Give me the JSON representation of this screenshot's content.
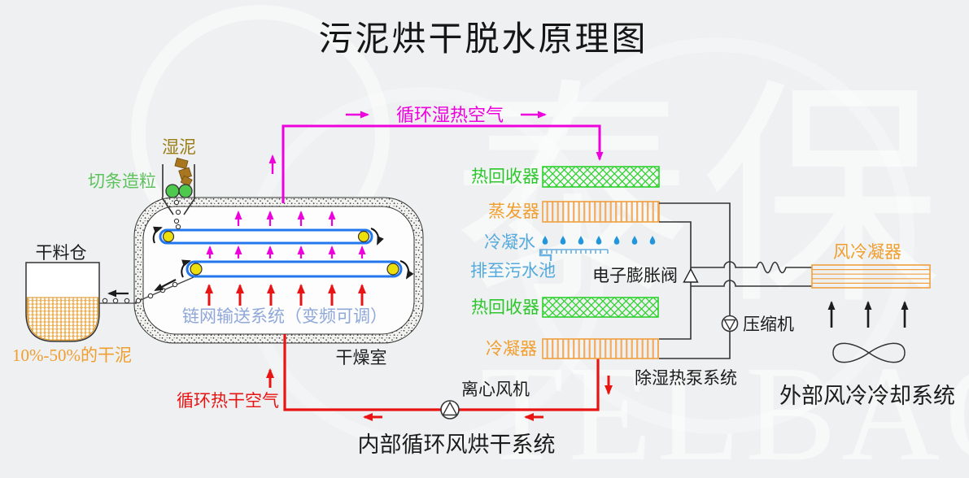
{
  "title": "污泥烘干脱水原理图",
  "watermark": {
    "zh": "泰保",
    "en": "TELBAO"
  },
  "labels": {
    "circulating_humid_air": "循环湿热空气",
    "wet_mud": "湿泥",
    "strip_granulation": "切条造粒",
    "dry_bin": "干料仓",
    "dry_mud_pct": "10%-50%的干泥",
    "chain_conveyor": "链网输送系统（变频可调）",
    "drying_room": "干燥室",
    "circulating_hot_dry_air": "循环热干空气",
    "heat_recovery_1": "热回收器",
    "evaporator": "蒸发器",
    "condensate": "冷凝水",
    "drain_to_sewage": "排至污水池",
    "electronic_expansion_valve": "电子膨胀阀",
    "heat_recovery_2": "热回收器",
    "condenser": "冷凝器",
    "compressor": "压缩机",
    "dehumidifying_heat_pump_system": "除湿热泵系统",
    "centrifugal_fan": "离心风机",
    "internal_circulation_drying_system": "内部循环风烘干系统",
    "air_cooled_condenser": "风冷凝器",
    "external_air_cooling_system": "外部风冷冷却系统"
  },
  "colors": {
    "humid_air_flow": "#ee00dd",
    "hot_dry_air_flow": "#e81414",
    "heat_recovery_green": "#2ed32e",
    "coil_orange": "#f0a040",
    "condensate_blue": "#5aaede",
    "belt_blue": "#2277ee",
    "conveyor_label_blue": "#8fa8d8",
    "wet_mud_brown": "#9b7c16",
    "granulator_green": "#5cc25c",
    "dry_mud_orange": "#f09e2e"
  }
}
